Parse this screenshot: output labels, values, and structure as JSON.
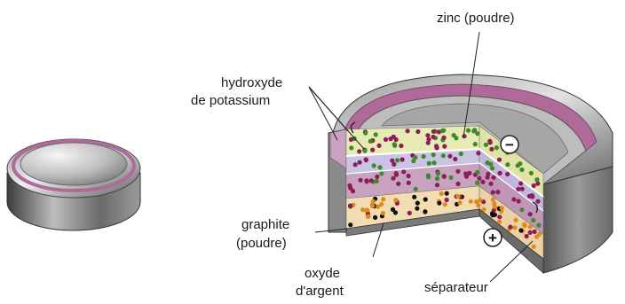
{
  "labels": {
    "zinc": "zinc (poudre)",
    "hydroxyde_line1": "hydroxyde",
    "hydroxyde_line2": "de potassium",
    "graphite_line1": "graphite",
    "graphite_line2": "(poudre)",
    "oxyde_line1": "oxyde",
    "oxyde_line2": "d'argent",
    "separateur": "séparateur"
  },
  "terminals": {
    "negative": "−",
    "positive": "+"
  },
  "colors": {
    "casing_light": "#d4d4d4",
    "casing_dark": "#6e6e6e",
    "gasket": "#b06a9a",
    "zinc_layer": "#e8eab4",
    "separator_layer": "#c9c4e4",
    "electrolyte_layer": "#c9a2c0",
    "silver_oxide_layer": "#f2dcb2",
    "dot_green": "#3d8a2a",
    "dot_purple": "#8a1d5a",
    "dot_orange": "#e08a1e",
    "dot_black": "#111111"
  }
}
